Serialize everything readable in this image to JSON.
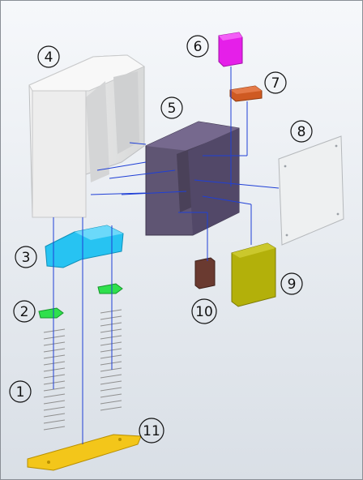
{
  "diagram": {
    "type": "exploded-assembly-view",
    "labels": [
      {
        "id": "label-1",
        "text": "1"
      },
      {
        "id": "label-2",
        "text": "2"
      },
      {
        "id": "label-3",
        "text": "3"
      },
      {
        "id": "label-4",
        "text": "4"
      },
      {
        "id": "label-5",
        "text": "5"
      },
      {
        "id": "label-6",
        "text": "6"
      },
      {
        "id": "label-7",
        "text": "7"
      },
      {
        "id": "label-8",
        "text": "8"
      },
      {
        "id": "label-9",
        "text": "9"
      },
      {
        "id": "label-10",
        "text": "10"
      },
      {
        "id": "label-11",
        "text": "11"
      }
    ],
    "colors": {
      "background_top": "#f6f8fb",
      "background_bottom": "#d9dfe6",
      "explosion_lines": "#1f3fd6",
      "part_1_springs": "#8f8f8f",
      "part_2_clips": "#2fe04c",
      "part_3_bracket": "#27c3f2",
      "part_4_cover": "#e9eaea",
      "part_5_housing": "#5f5573",
      "part_6_block": "#e51fe9",
      "part_7_block": "#cf5a22",
      "part_8_plate": "#eef0f1",
      "part_9_block": "#b3b00a",
      "part_10_block": "#6a3a30",
      "part_11_base": "#f3c61a"
    }
  }
}
